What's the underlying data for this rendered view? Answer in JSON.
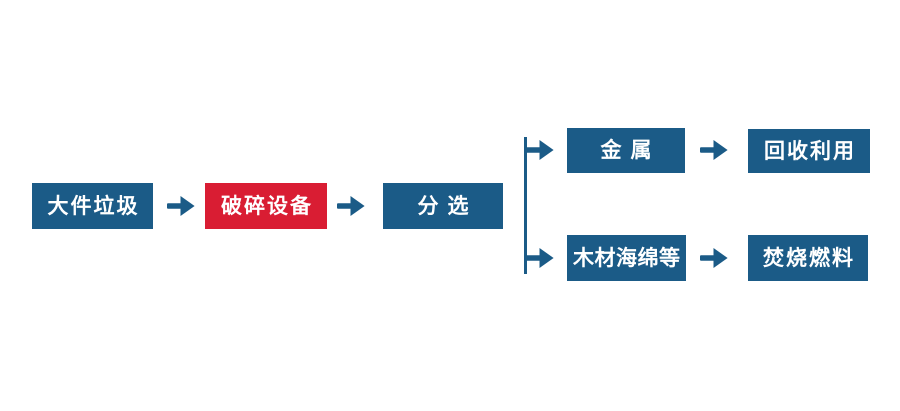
{
  "flowchart": {
    "nodes": [
      {
        "id": "bulky-waste",
        "label": "大件垃圾",
        "color": "#1B5B87"
      },
      {
        "id": "crushing-equipment",
        "label": "破碎设备",
        "color": "#D91D33"
      },
      {
        "id": "sorting",
        "label": "分选",
        "color": "#1B5B87"
      },
      {
        "id": "metal",
        "label": "金属",
        "color": "#1B5B87"
      },
      {
        "id": "recycling",
        "label": "回收利用",
        "color": "#1B5B87"
      },
      {
        "id": "wood-sponge-etc",
        "label": "木材海绵等",
        "color": "#1B5B87"
      },
      {
        "id": "incineration-fuel",
        "label": "焚烧燃料",
        "color": "#1B5B87"
      }
    ],
    "edges": [
      {
        "from": "bulky-waste",
        "to": "crushing-equipment"
      },
      {
        "from": "crushing-equipment",
        "to": "sorting"
      },
      {
        "from": "sorting",
        "to": "metal"
      },
      {
        "from": "sorting",
        "to": "wood-sponge-etc"
      },
      {
        "from": "metal",
        "to": "recycling"
      },
      {
        "from": "wood-sponge-etc",
        "to": "incineration-fuel"
      }
    ],
    "colors": {
      "node_blue": "#1B5B87",
      "node_red": "#D91D33",
      "arrow": "#1B5B87",
      "text": "#FFFFFF",
      "background": "#FFFFFF"
    }
  }
}
